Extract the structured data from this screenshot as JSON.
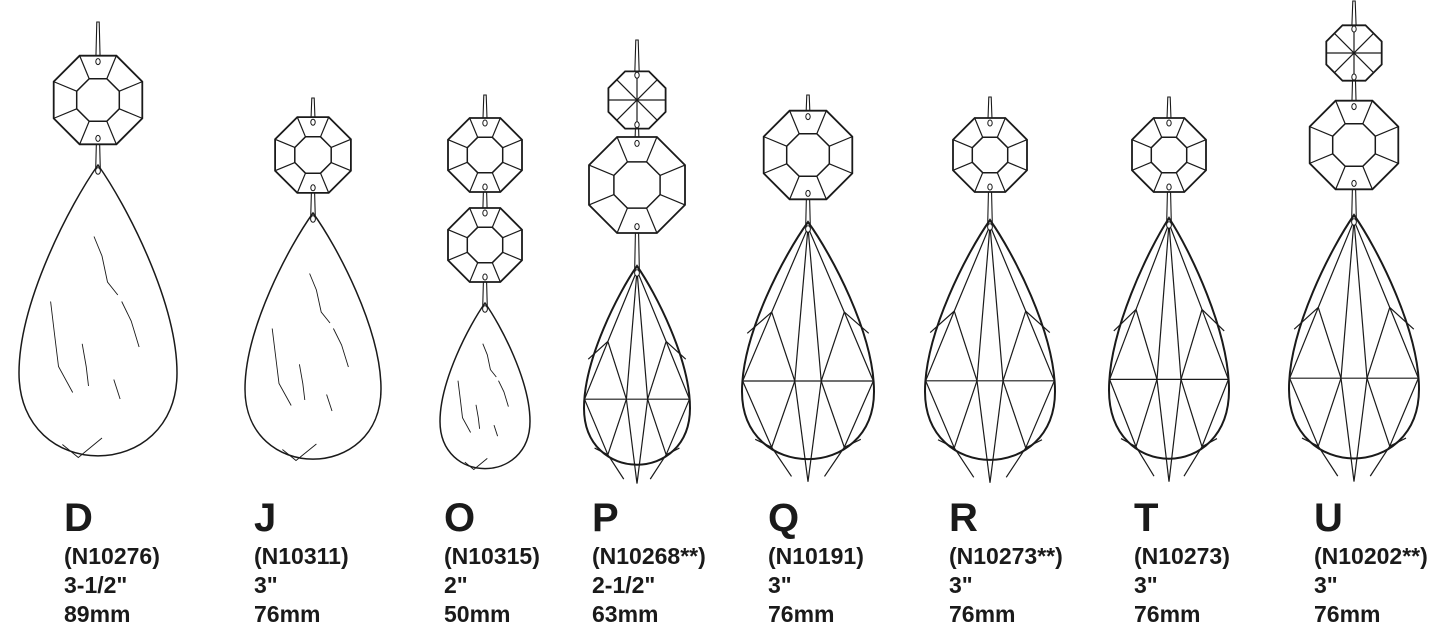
{
  "items": [
    {
      "letter": "D",
      "code": "(N10276)",
      "inch": "3-1/2\"",
      "mm": "89mm",
      "style": "plain",
      "top_style": "none"
    },
    {
      "letter": "J",
      "code": "(N10311)",
      "inch": "3\"",
      "mm": "76mm",
      "style": "plain",
      "top_style": "none"
    },
    {
      "letter": "O",
      "code": "(N10315)",
      "inch": "2\"",
      "mm": "50mm",
      "style": "plain",
      "top_style": "octagon"
    },
    {
      "letter": "P",
      "code": "(N10268**)",
      "inch": "2-1/2\"",
      "mm": "63mm",
      "style": "cut",
      "top_style": "star"
    },
    {
      "letter": "Q",
      "code": "(N10191)",
      "inch": "3\"",
      "mm": "76mm",
      "style": "cut",
      "top_style": "none"
    },
    {
      "letter": "R",
      "code": "(N10273**)",
      "inch": "3\"",
      "mm": "76mm",
      "style": "cut",
      "top_style": "none"
    },
    {
      "letter": "T",
      "code": "(N10273)",
      "inch": "3\"",
      "mm": "76mm",
      "style": "cut",
      "top_style": "none"
    },
    {
      "letter": "U",
      "code": "(N10202**)",
      "inch": "3\"",
      "mm": "76mm",
      "style": "cut",
      "top_style": "star"
    }
  ],
  "colors": {
    "ink": "#1a1a1a",
    "background": "#ffffff"
  }
}
